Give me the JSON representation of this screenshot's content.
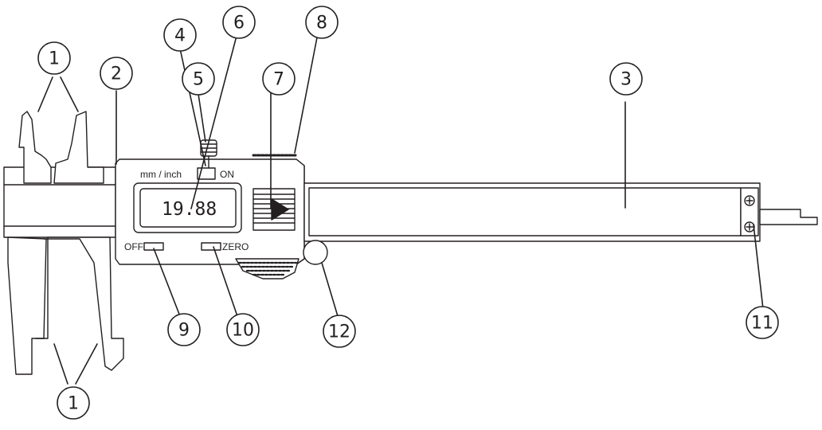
{
  "device": {
    "display_value": "19.88",
    "labels": {
      "mm_inch": "mm / inch",
      "on": "ON",
      "off": "OFF",
      "zero": "ZERO"
    }
  },
  "callouts": [
    {
      "id": "c1a",
      "number": "1"
    },
    {
      "id": "c1b",
      "number": "1"
    },
    {
      "id": "c2",
      "number": "2"
    },
    {
      "id": "c3",
      "number": "3"
    },
    {
      "id": "c4",
      "number": "4"
    },
    {
      "id": "c5",
      "number": "5"
    },
    {
      "id": "c6",
      "number": "6"
    },
    {
      "id": "c7",
      "number": "7"
    },
    {
      "id": "c8",
      "number": "8"
    },
    {
      "id": "c9",
      "number": "9"
    },
    {
      "id": "c10",
      "number": "10"
    },
    {
      "id": "c11",
      "number": "11"
    },
    {
      "id": "c12",
      "number": "12"
    }
  ],
  "colors": {
    "line": "#231f20",
    "background": "#ffffff"
  }
}
